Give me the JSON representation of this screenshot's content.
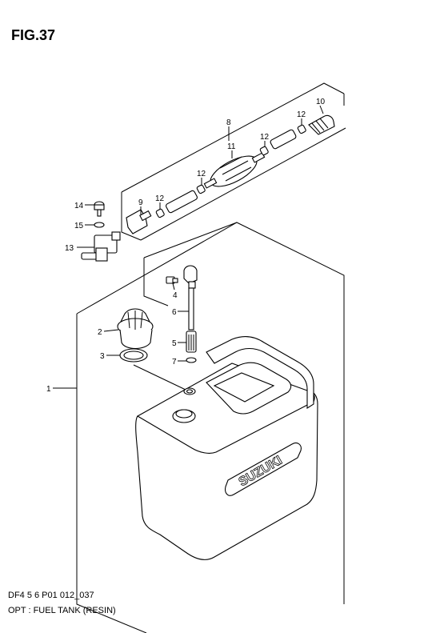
{
  "figure": {
    "title": "FIG.37"
  },
  "footer": {
    "code": "DF4 5 6 P01 012_037",
    "description": "OPT : FUEL TANK (RESIN)"
  },
  "callouts": [
    "1",
    "2",
    "3",
    "4",
    "5",
    "6",
    "7",
    "8",
    "9",
    "10",
    "11",
    "12",
    "12",
    "12",
    "12",
    "13",
    "14",
    "15"
  ],
  "tank_brand": "SUZUKI"
}
